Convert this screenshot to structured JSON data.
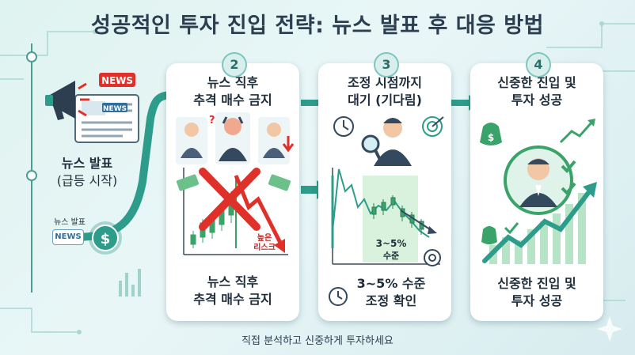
{
  "title": "성공적인 투자 진입 전략: 뉴스 발표 후 대응 방법",
  "left": {
    "news_sign": "NEWS",
    "news_small": "NEWS",
    "news_tag": "NEWS",
    "label_line1": "뉴스 발표",
    "label_line2": "(급등 시작)",
    "small_label": "뉴스 발표",
    "dollar": "$"
  },
  "steps": [
    {
      "number": "2",
      "top_line1": "뉴스 직후",
      "top_line2": "추격 매수 금지",
      "risk_line1": "높은",
      "risk_line2": "리스크",
      "bottom_line1": "뉴스 직후",
      "bottom_line2": "추격 매수 금지",
      "question": "?"
    },
    {
      "number": "3",
      "top_line1": "조정 시점까지",
      "top_line2": "대기 (기다림)",
      "zone_line1": "3~5%",
      "zone_line2": "수준",
      "bottom_line1": "3~5% 수준",
      "bottom_line2": "조정 확인"
    },
    {
      "number": "4",
      "top_line1": "신중한 진입 및",
      "top_line2": "투자 성공",
      "bottom_line1": "신중한 진입 및",
      "bottom_line2": "투자 성공",
      "dollar": "$"
    }
  ],
  "footer": "직접 분석하고 신중하게 투자하세요",
  "colors": {
    "teal": "#2e9c8a",
    "red": "#e0302a",
    "green": "#3aa36a",
    "dark": "#1f2d3a"
  },
  "icons": [
    "megaphone-icon",
    "newspaper-icon",
    "dollar-coin-icon",
    "clock-icon",
    "target-icon",
    "magnifier-icon",
    "money-bag-icon",
    "check-icon",
    "sparkle-icon"
  ]
}
